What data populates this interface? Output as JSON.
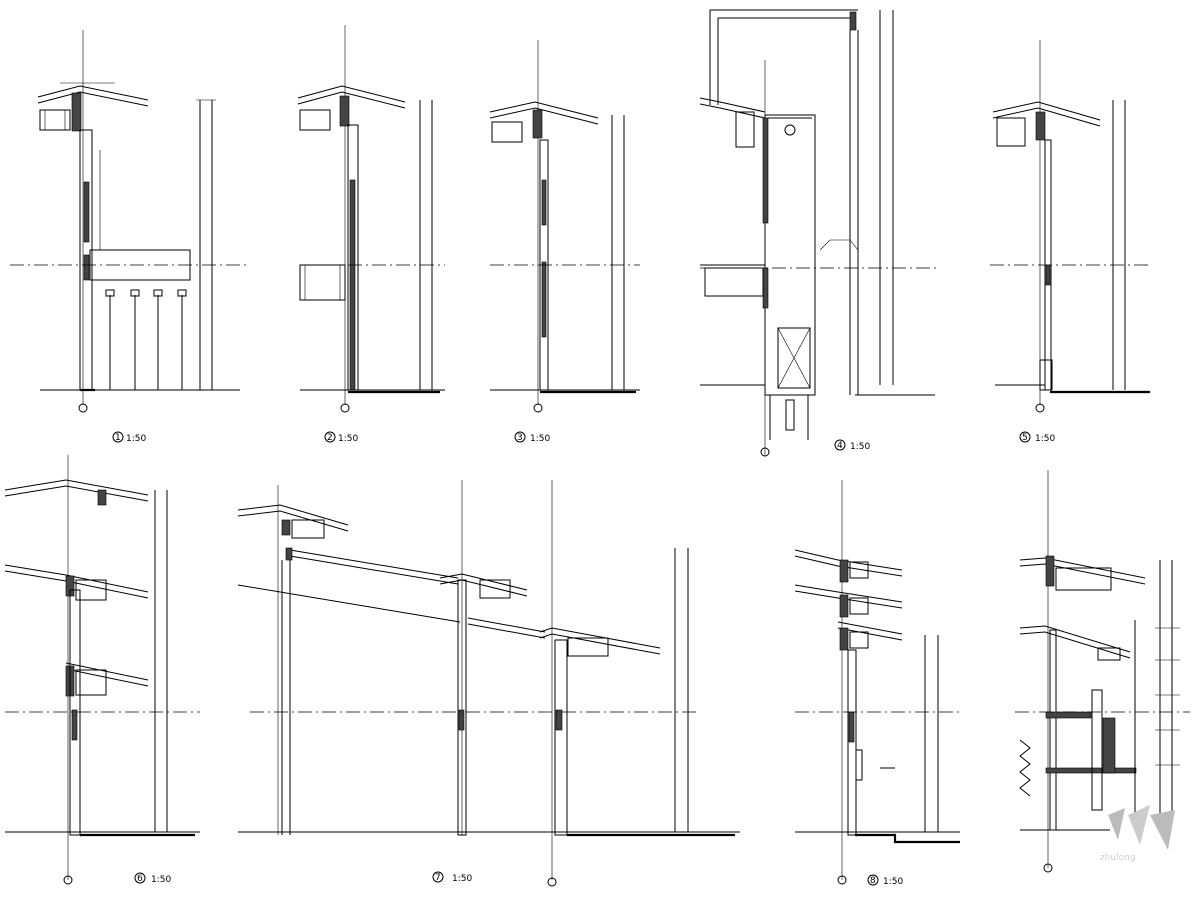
{
  "details": [
    {
      "id": "detail-1",
      "number": "1",
      "scale": "1:50"
    },
    {
      "id": "detail-2",
      "number": "2",
      "scale": "1:50"
    },
    {
      "id": "detail-3",
      "number": "3",
      "scale": "1:50"
    },
    {
      "id": "detail-4",
      "number": "4",
      "scale": "1:50"
    },
    {
      "id": "detail-5",
      "number": "5",
      "scale": "1:50"
    },
    {
      "id": "detail-6",
      "number": "6",
      "scale": "1:50"
    },
    {
      "id": "detail-7",
      "number": "7",
      "scale": "1:50"
    },
    {
      "id": "detail-8",
      "number": "8",
      "scale": "1:50"
    }
  ],
  "watermark": "zhulong",
  "colors": {
    "line": "#000000",
    "background": "#ffffff"
  }
}
